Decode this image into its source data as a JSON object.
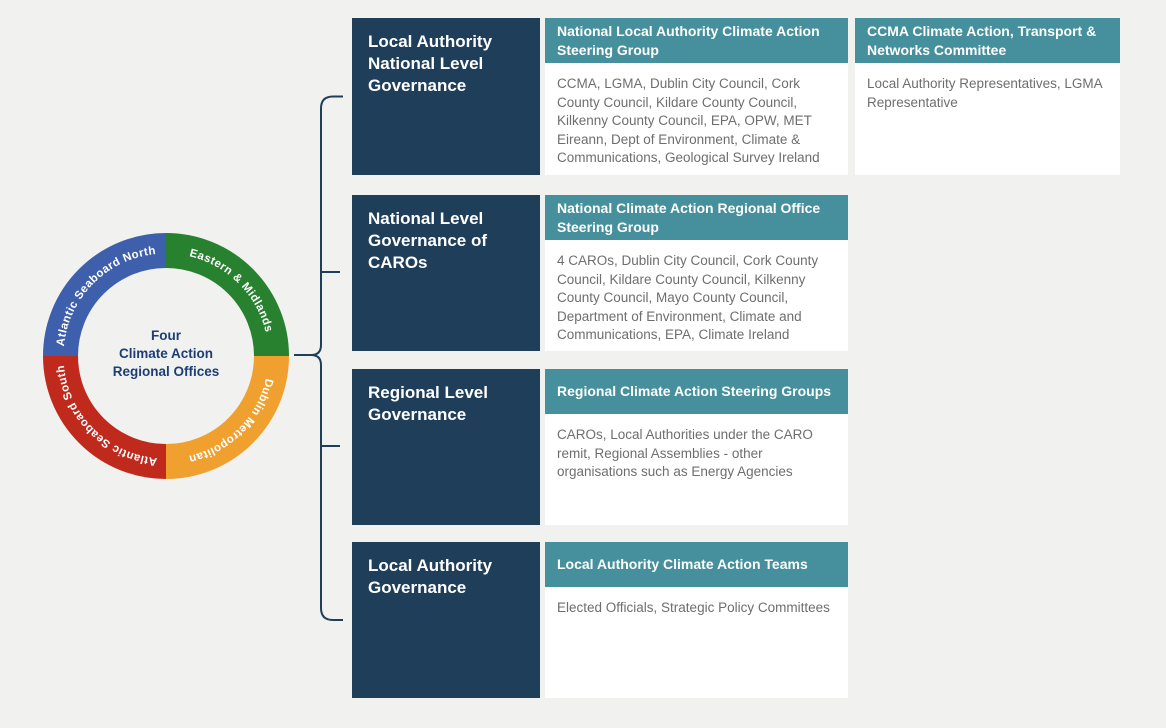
{
  "background_color": "#f1f1f0",
  "colors": {
    "navy_box": "#1f3e59",
    "teal_header": "#45909c",
    "body_text": "#6e6e6e",
    "connector_line": "#1f3e59",
    "center_text": "#1c3e74"
  },
  "donut": {
    "center_label": "Four\nClimate Action\nRegional Offices",
    "segments": [
      {
        "label": "Atlantic Seaboard North",
        "color": "#3e5fab",
        "position": "top-left"
      },
      {
        "label": "Eastern & Midlands",
        "color": "#27812f",
        "position": "top-right"
      },
      {
        "label": "Dublin Metropolitan",
        "color": "#efa02e",
        "position": "bottom-right"
      },
      {
        "label": "Atlantic Seaboard South",
        "color": "#bf2a1d",
        "position": "bottom-left"
      }
    ]
  },
  "rows": [
    {
      "level": "Local Authority National Level Governance",
      "group": {
        "title": "National Local Authority Climate Action Steering Group",
        "members": "CCMA, LGMA, Dublin City Council, Cork County Council, Kildare County Council, Kilkenny County Council, EPA, OPW, MET Eireann, Dept of Environment, Climate & Communications, Geological Survey Ireland"
      },
      "committee": {
        "title": "CCMA Climate Action, Transport & Networks Committee",
        "members": "Local Authority Representatives, LGMA Representative"
      }
    },
    {
      "level": "National Level Governance of CAROs",
      "group": {
        "title": "National Climate Action Regional Office Steering Group",
        "members": "4 CAROs, Dublin City Council, Cork County Council, Kildare County Council, Kilkenny County Council, Mayo County Council, Department of Environment, Climate and Communications, EPA, Climate Ireland"
      }
    },
    {
      "level": "Regional Level Governance",
      "group": {
        "title": "Regional Climate Action Steering Groups",
        "members": "CAROs, Local Authorities under the CARO remit, Regional Assemblies - other organisations such as Energy Agencies"
      }
    },
    {
      "level": "Local Authority Governance",
      "group": {
        "title": "Local Authority Climate Action Teams",
        "members": "Elected Officials, Strategic Policy Committees"
      }
    }
  ]
}
